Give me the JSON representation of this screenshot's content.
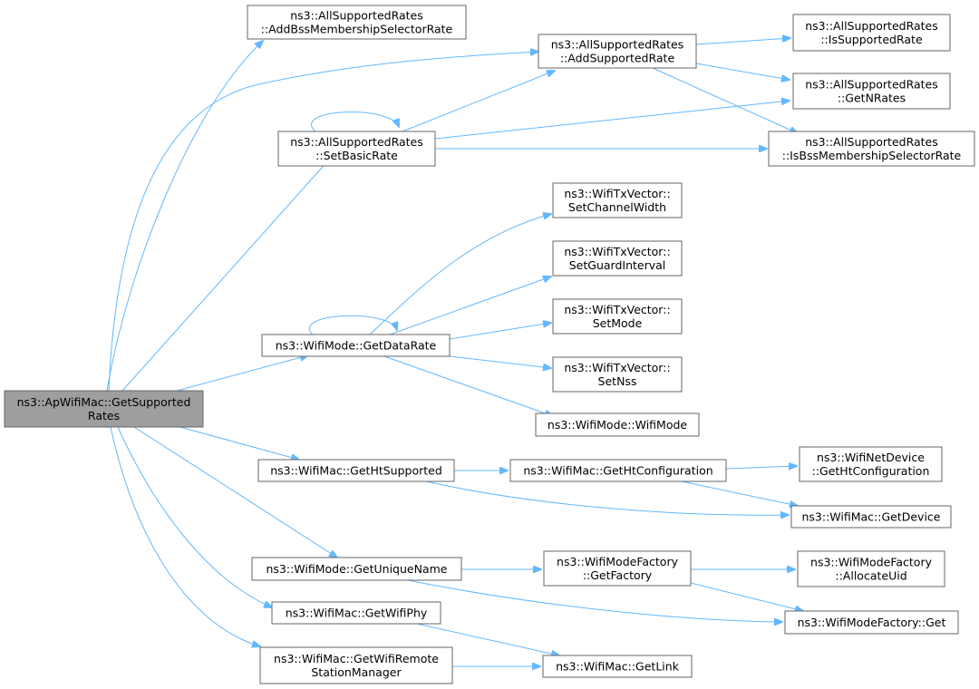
{
  "colors": {
    "edge": "#63b8ff",
    "node_border": "#666666",
    "node_fill": "#ffffff",
    "root_fill": "#9e9e9e"
  },
  "nodes": [
    {
      "id": "root",
      "lines": [
        "ns3::ApWifiMac::GetSupported",
        "Rates"
      ]
    },
    {
      "id": "addbss",
      "lines": [
        "ns3::AllSupportedRates",
        "::AddBssMembershipSelectorRate"
      ]
    },
    {
      "id": "addsup",
      "lines": [
        "ns3::AllSupportedRates",
        "::AddSupportedRate"
      ]
    },
    {
      "id": "issup",
      "lines": [
        "ns3::AllSupportedRates",
        "::IsSupportedRate"
      ]
    },
    {
      "id": "getnrates",
      "lines": [
        "ns3::AllSupportedRates",
        "::GetNRates"
      ]
    },
    {
      "id": "setbasic",
      "lines": [
        "ns3::AllSupportedRates",
        "::SetBasicRate"
      ]
    },
    {
      "id": "isbss",
      "lines": [
        "ns3::AllSupportedRates",
        "::IsBssMembershipSelectorRate"
      ]
    },
    {
      "id": "setchw",
      "lines": [
        "ns3::WifiTxVector::",
        "SetChannelWidth"
      ]
    },
    {
      "id": "setgi",
      "lines": [
        "ns3::WifiTxVector::",
        "SetGuardInterval"
      ]
    },
    {
      "id": "setmode",
      "lines": [
        "ns3::WifiTxVector::",
        "SetMode"
      ]
    },
    {
      "id": "getdr",
      "lines": [
        "ns3::WifiMode::GetDataRate"
      ]
    },
    {
      "id": "setnss",
      "lines": [
        "ns3::WifiTxVector::",
        "SetNss"
      ]
    },
    {
      "id": "wifimode",
      "lines": [
        "ns3::WifiMode::WifiMode"
      ]
    },
    {
      "id": "getht",
      "lines": [
        "ns3::WifiMac::GetHtSupported"
      ]
    },
    {
      "id": "gethtconf",
      "lines": [
        "ns3::WifiMac::GetHtConfiguration"
      ]
    },
    {
      "id": "ndgethtconf",
      "lines": [
        "ns3::WifiNetDevice",
        "::GetHtConfiguration"
      ]
    },
    {
      "id": "getdevice",
      "lines": [
        "ns3::WifiMac::GetDevice"
      ]
    },
    {
      "id": "getuname",
      "lines": [
        "ns3::WifiMode::GetUniqueName"
      ]
    },
    {
      "id": "getfactory",
      "lines": [
        "ns3::WifiModeFactory",
        "::GetFactory"
      ]
    },
    {
      "id": "allocuid",
      "lines": [
        "ns3::WifiModeFactory",
        "::AllocateUid"
      ]
    },
    {
      "id": "getwifiphy",
      "lines": [
        "ns3::WifiMac::GetWifiPhy"
      ]
    },
    {
      "id": "factget",
      "lines": [
        "ns3::WifiModeFactory::Get"
      ]
    },
    {
      "id": "getremote",
      "lines": [
        "ns3::WifiMac::GetWifiRemote",
        "StationManager"
      ]
    },
    {
      "id": "getlink",
      "lines": [
        "ns3::WifiMac::GetLink"
      ]
    }
  ]
}
